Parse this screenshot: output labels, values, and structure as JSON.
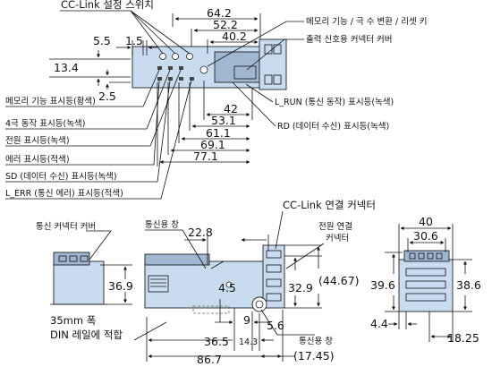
{
  "top_view": {
    "cc_link_switch": "CC-Link 설정 스위치",
    "memory_key": "메모리 기능 / 극 수 변환 / 리셋 키",
    "output_connector_cover": "출력 신호용 커넥터 커버",
    "l_run_label": "L_RUN (통신 동작) 표시등(녹색)",
    "rd_label": "RD (데이터 수신) 표시등(녹색)",
    "memory_indicator": "메모리 기능 표시등(황색)",
    "four_pole_indicator": "4극 동작 표시등(녹색)",
    "power_indicator": "전원 표시등(녹색)",
    "error_indicator": "에러 표시등(적색)",
    "sd_label": "SD (데이터 수신) 표시등(녹색)",
    "l_err_label": "L_ERR (통신 에러) 표시등(적색)",
    "dim_64_2": "64.2",
    "dim_52_2": "52.2",
    "dim_40_2": "40.2",
    "dim_5_5": "5.5",
    "dim_1_5": "1.5",
    "dim_13_4": "13.4",
    "dim_2_5": "2.5",
    "dim_42": "42",
    "dim_53_1": "53.1",
    "dim_61_1": "61.1",
    "dim_69_1": "69.1",
    "dim_77_1": "77.1"
  },
  "front_view": {
    "comm_connector_cover": "통신 커넥터 커버",
    "comm_window": "통신용 창",
    "cc_link_connector": "CC-Link 연결 커넥터",
    "power_connector_1": "전원 연결",
    "power_connector_2": "커넥터",
    "din_note_1": "35mm 폭",
    "din_note_2": "DIN 레일에 적합",
    "comm_window_bottom": "통신용 창",
    "dim_22_8": "22.8",
    "dim_36_9": "36.9",
    "dim_4_5": "4.5",
    "dim_32_9": "32.9",
    "dim_44_67": "(44.67)",
    "dim_9": "9",
    "dim_5_6": "5.6",
    "dim_36_5": "36.5",
    "dim_14_3": "14.3",
    "dim_86_7": "86.7",
    "dim_17_45": "(17.45)"
  },
  "side_view": {
    "dim_40": "40",
    "dim_30_6": "30.6",
    "dim_39_6": "39.6",
    "dim_38_6": "38.6",
    "dim_4_4": "4.4",
    "dim_18_25": "18.25"
  }
}
